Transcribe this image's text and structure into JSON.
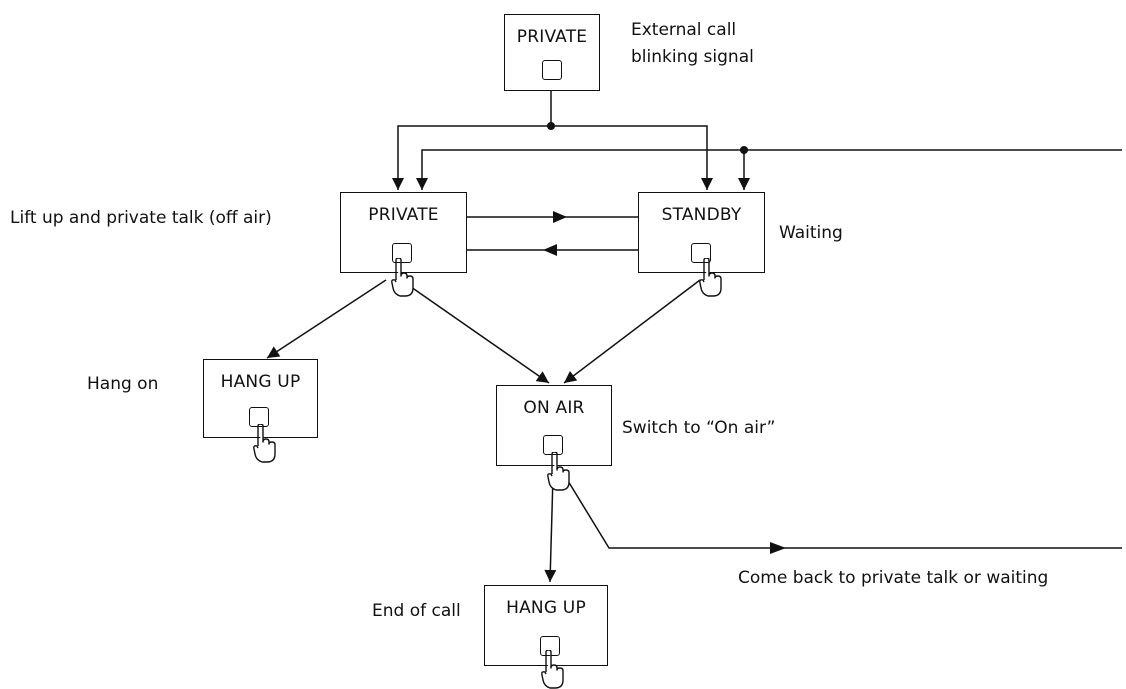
{
  "boxes": {
    "private_top": "PRIVATE",
    "private": "PRIVATE",
    "standby": "STANDBY",
    "hang_up_left": "HANG UP",
    "on_air": "ON AIR",
    "hang_up_bottom": "HANG UP"
  },
  "captions": {
    "external_call_line1": "External call",
    "external_call_line2": "blinking signal",
    "lift_up": "Lift up and private talk (off air)",
    "waiting": "Waiting",
    "hang_on": "Hang on",
    "switch_on_air": "Switch to “On air”",
    "end_of_call": "End of call",
    "come_back": "Come back to private talk or waiting"
  },
  "icons": {
    "button": "square-button-icon",
    "finger": "pointing-finger-icon"
  },
  "colors": {
    "line": "#111111",
    "background": "#ffffff"
  }
}
